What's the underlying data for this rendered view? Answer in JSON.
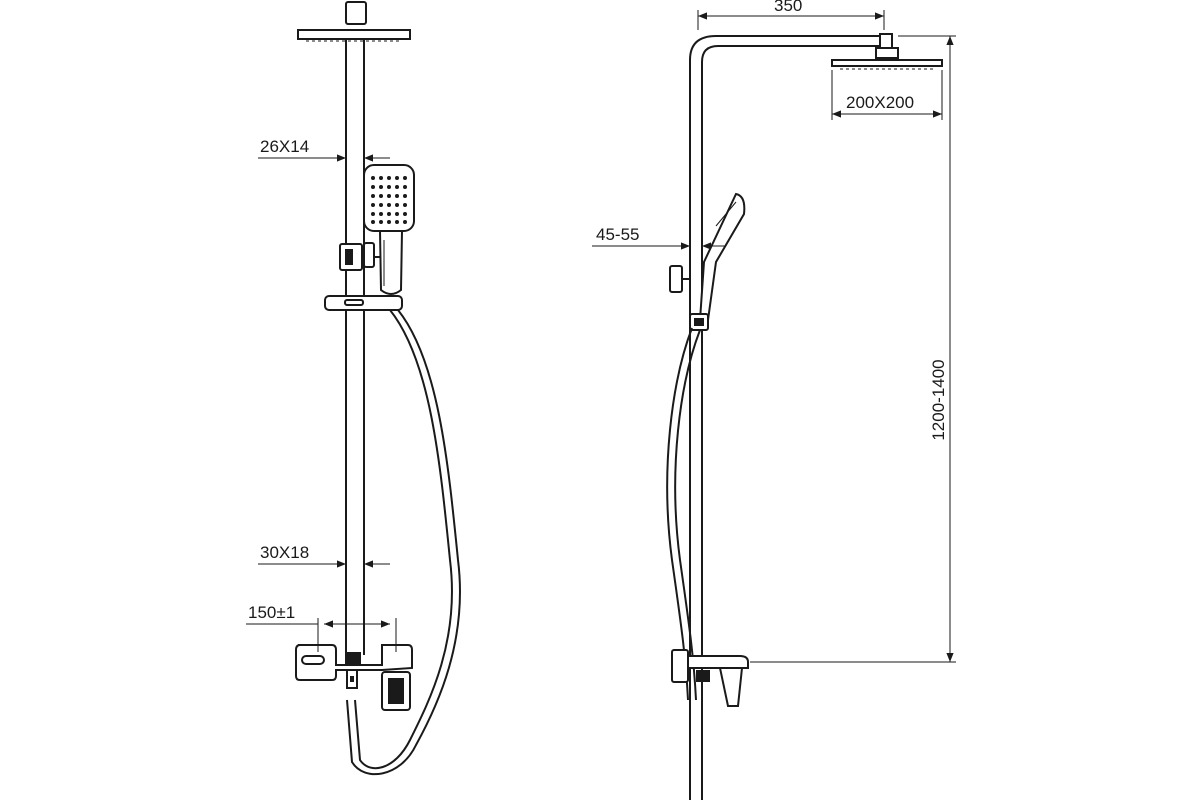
{
  "diagram": {
    "front_view": {
      "dimensions": {
        "rail_section": "26X14",
        "lower_pipe_section": "30X18",
        "inlet_spacing": "150±1"
      }
    },
    "side_view": {
      "dimensions": {
        "arm_reach": "350",
        "head_size": "200X200",
        "wall_offset": "45-55",
        "height_range": "1200-1400"
      }
    }
  }
}
